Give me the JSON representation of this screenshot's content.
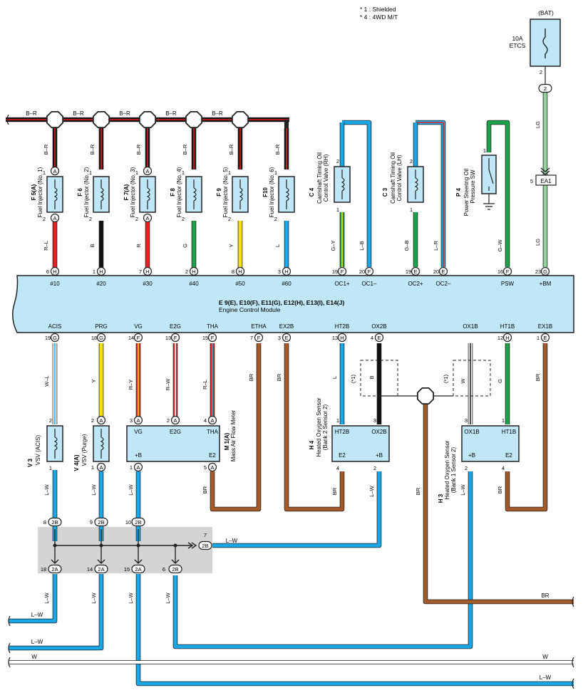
{
  "notes": [
    "* 1 : Shielded",
    "* 4 : 4WD M/T"
  ],
  "fuse": {
    "name": "10A",
    "sub": "ETCS",
    "source": "(BAT)",
    "pin": "2",
    "connector": "2"
  },
  "ecm": {
    "name": "E 9(E), E10(F), E11(G), E12(H), E13(I), E14(J)",
    "desc": "Engine Control Module",
    "top_pins": [
      {
        "num": "6",
        "conn": "H",
        "label": "#10"
      },
      {
        "num": "1",
        "conn": "H",
        "label": "#20"
      },
      {
        "num": "7",
        "conn": "H",
        "label": "#30"
      },
      {
        "num": "2",
        "conn": "H",
        "label": "#40"
      },
      {
        "num": "8",
        "conn": "H",
        "label": "#50"
      },
      {
        "num": "3",
        "conn": "H",
        "label": "#60"
      },
      {
        "num": "19",
        "conn": "F",
        "label": "OC1+"
      },
      {
        "num": "20",
        "conn": "F",
        "label": "OC1–"
      },
      {
        "num": "19",
        "conn": "E",
        "label": "OC2+"
      },
      {
        "num": "20",
        "conn": "E",
        "label": "OC2–"
      },
      {
        "num": "16",
        "conn": "F",
        "label": "PSW"
      },
      {
        "num": "23",
        "conn": "G",
        "label": "+BM"
      }
    ],
    "bottom_pins": [
      {
        "num": "19",
        "conn": "G",
        "label": "ACIS"
      },
      {
        "num": "18",
        "conn": "G",
        "label": "PRG"
      },
      {
        "num": "14",
        "conn": "F",
        "label": "VG"
      },
      {
        "num": "13",
        "conn": "F",
        "label": "E2G"
      },
      {
        "num": "15",
        "conn": "F",
        "label": "THA"
      },
      {
        "num": "7",
        "conn": "F",
        "label": "ETHA"
      },
      {
        "num": "3",
        "conn": "E",
        "label": "EX2B"
      },
      {
        "num": "13",
        "conn": "H",
        "label": "HT2B"
      },
      {
        "num": "4",
        "conn": "E",
        "label": "OX2B"
      },
      {
        "num": "",
        "conn": "",
        "label": "OX1B"
      },
      {
        "num": "12",
        "conn": "H",
        "label": "HT1B"
      },
      {
        "num": "1",
        "conn": "E",
        "label": "EX1B"
      }
    ]
  },
  "injectors": [
    {
      "id": "F 5(A)",
      "name": "Fuel Injector (No. 1)",
      "top": "B–R",
      "bottom": "R–L",
      "pin1": "1",
      "pin2": "2",
      "conn": "A"
    },
    {
      "id": "F 6",
      "name": "Fuel Injector (No. 2)",
      "top": "B–R",
      "bottom": "B",
      "pin1": "1",
      "pin2": "2",
      "conn": ""
    },
    {
      "id": "F 7(A)",
      "name": "Fuel Injector (No. 3)",
      "top": "B–R",
      "bottom": "R",
      "pin1": "1",
      "pin2": "2",
      "conn": "A"
    },
    {
      "id": "F 8",
      "name": "Fuel Injector (No. 4)",
      "top": "B–R",
      "bottom": "G",
      "pin1": "1",
      "pin2": "2",
      "conn": ""
    },
    {
      "id": "F 9",
      "name": "Fuel Injector (No. 5)",
      "top": "B–R",
      "bottom": "Y",
      "pin1": "1",
      "pin2": "2",
      "conn": ""
    },
    {
      "id": "F10",
      "name": "Fuel Injector (No. 6)",
      "top": "B–R",
      "bottom": "L",
      "pin1": "1",
      "pin2": "2",
      "conn": ""
    }
  ],
  "br_bus_labels": [
    "B–R",
    "B–R",
    "B–R",
    "B–R",
    "B–R"
  ],
  "ocv_rh": {
    "id": "C 4",
    "name1": "Camshaft Timing Oil",
    "name2": "Control Valve (RH)",
    "pin_top": "2",
    "pin_bot": "1",
    "w1": "G–Y",
    "w2": "L–B"
  },
  "ocv_lh": {
    "id": "C 3",
    "name1": "Camshaft Timing Oil",
    "name2": "Control Valve (LH)",
    "pin_top": "2",
    "pin_bot": "1",
    "w1": "G–B",
    "w2": "L–R"
  },
  "pssw": {
    "id": "P 4",
    "name1": "Power Steering Oil",
    "name2": "Pressure SW",
    "pin": "1",
    "wire": "G–W"
  },
  "bm": {
    "wire_top": "LG",
    "wire_bot": "LG",
    "conn": "EA1",
    "pin": "5"
  },
  "vsv_acis": {
    "id": "V 3",
    "name": "VSV (ACIS)",
    "pin_top": "2",
    "pin_bot": "1",
    "wire_top": "W–L",
    "wire_bot": "L–W"
  },
  "vsv_purge": {
    "id": "V 4(A)",
    "name": "VSV (Purge)",
    "pin_top": "2",
    "pin_bot": "1",
    "conn": "A",
    "wire_top": "Y",
    "wire_bot": "L–W"
  },
  "maf": {
    "id": "M 1(A)",
    "name": "Mass Air Flow Meter",
    "pins_top": [
      {
        "num": "3",
        "label": "VG"
      },
      {
        "num": "2",
        "label": "E2G"
      },
      {
        "num": "4",
        "label": "THA"
      }
    ],
    "pins_bot": [
      {
        "num": "1",
        "label": "+B"
      },
      {
        "num": "5",
        "label": "E2"
      }
    ],
    "conn": "A",
    "wires": [
      "R–Y",
      "R–W",
      "R–L",
      "BR",
      "L–W",
      "BR"
    ]
  },
  "h4": {
    "id": "H 4",
    "name1": "Heated Oxygen Sensor",
    "name2": "(Bank 2 Sensor 2)",
    "pins_top": [
      {
        "num": "1",
        "label": "HT2B"
      },
      {
        "num": "3",
        "label": "OX2B"
      }
    ],
    "pins_bot": [
      {
        "num": "4",
        "label": "E2"
      },
      {
        "num": "2",
        "label": "+B"
      }
    ],
    "wires": [
      "BR",
      "L",
      "B",
      "L–W",
      "(*1)"
    ]
  },
  "h3": {
    "id": "H 3",
    "name1": "Heated Oxygen Sensor",
    "name2": "(Bank 1 Sensor 2)",
    "pins_top": [
      {
        "num": "3",
        "label": "OX1B"
      },
      {
        "num": "1",
        "label": "HT1B"
      }
    ],
    "pins_bot": [
      {
        "num": "2",
        "label": "+B"
      },
      {
        "num": "4",
        "label": "E2"
      }
    ],
    "wires": [
      "W",
      "G",
      "BR",
      "L–W",
      "BR",
      "(*1)"
    ]
  },
  "junction": {
    "top": [
      {
        "num": "8",
        "conn": "2B"
      },
      {
        "num": "9",
        "conn": "2B"
      },
      {
        "num": "10",
        "conn": "2B"
      }
    ],
    "right": {
      "num": "7",
      "conn": "2B",
      "wire": "L–W"
    },
    "bottom": [
      {
        "num": "18",
        "conn": "2A"
      },
      {
        "num": "14",
        "conn": "2A"
      },
      {
        "num": "15",
        "conn": "2A"
      },
      {
        "num": "6",
        "conn": "2B"
      }
    ]
  },
  "bottom_wires": [
    "L–W",
    "L–W",
    "L–W",
    "L–W",
    "L–W",
    "L–W",
    "W",
    "W",
    "BR",
    "L–W"
  ],
  "colors": {
    "blue": "#1aa7e6",
    "red": "#e52222",
    "black": "#111111",
    "green": "#1ba34b",
    "yellow": "#f5e400",
    "brown": "#a55a2a",
    "ecm": "#bfe7f7",
    "lg": "#8fd49b",
    "grey": "#d4d4d4"
  }
}
